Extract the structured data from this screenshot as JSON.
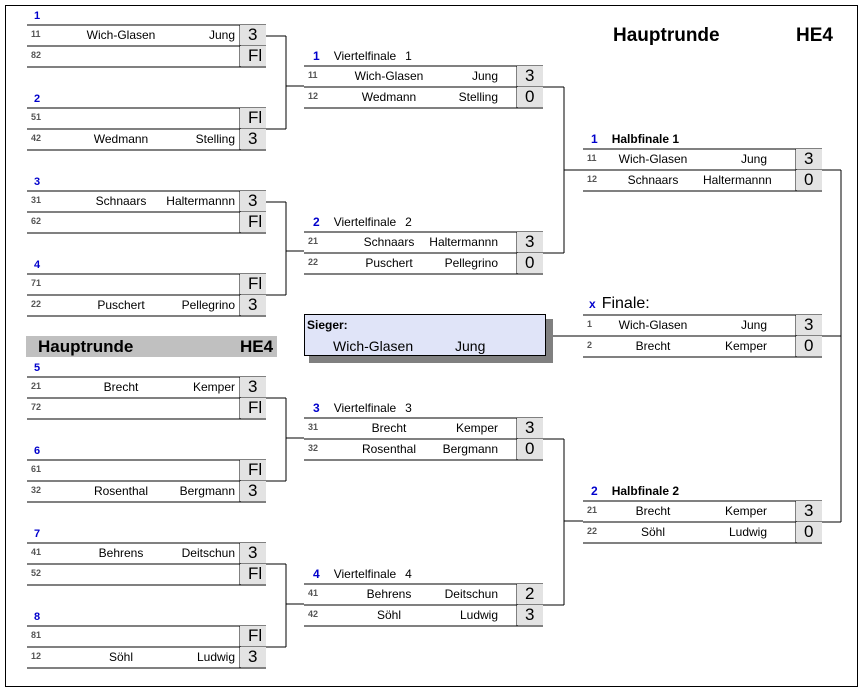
{
  "header": {
    "title": "Hauptrunde",
    "code": "HE4"
  },
  "band": {
    "title": "Hauptrunde",
    "code": "HE4"
  },
  "round1": [
    {
      "seed": "1",
      "top": {
        "code": "11",
        "p1": "Wich-Glasen",
        "p2": "Jung",
        "score": "3"
      },
      "bottom": {
        "code": "82",
        "p1": "",
        "p2": "",
        "score": "Fl"
      }
    },
    {
      "seed": "2",
      "top": {
        "code": "51",
        "p1": "",
        "p2": "",
        "score": "Fl"
      },
      "bottom": {
        "code": "42",
        "p1": "Wedmann",
        "p2": "Stelling",
        "score": "3"
      }
    },
    {
      "seed": "3",
      "top": {
        "code": "31",
        "p1": "Schnaars",
        "p2": "Haltermannn",
        "score": "3"
      },
      "bottom": {
        "code": "62",
        "p1": "",
        "p2": "",
        "score": "Fl"
      }
    },
    {
      "seed": "4",
      "top": {
        "code": "71",
        "p1": "",
        "p2": "",
        "score": "Fl"
      },
      "bottom": {
        "code": "22",
        "p1": "Puschert",
        "p2": "Pellegrino",
        "score": "3"
      }
    },
    {
      "seed": "5",
      "top": {
        "code": "21",
        "p1": "Brecht",
        "p2": "Kemper",
        "score": "3"
      },
      "bottom": {
        "code": "72",
        "p1": "",
        "p2": "",
        "score": "Fl"
      }
    },
    {
      "seed": "6",
      "top": {
        "code": "61",
        "p1": "",
        "p2": "",
        "score": "Fl"
      },
      "bottom": {
        "code": "32",
        "p1": "Rosenthal",
        "p2": "Bergmann",
        "score": "3"
      }
    },
    {
      "seed": "7",
      "top": {
        "code": "41",
        "p1": "Behrens",
        "p2": "Deitschun",
        "score": "3"
      },
      "bottom": {
        "code": "52",
        "p1": "",
        "p2": "",
        "score": "Fl"
      }
    },
    {
      "seed": "8",
      "top": {
        "code": "81",
        "p1": "",
        "p2": "",
        "score": "Fl"
      },
      "bottom": {
        "code": "12",
        "p1": "Söhl",
        "p2": "Ludwig",
        "score": "3"
      }
    }
  ],
  "quarterfinals": [
    {
      "num": "1",
      "label": "Viertelfinale",
      "idx": "1",
      "top": {
        "code": "11",
        "p1": "Wich-Glasen",
        "p2": "Jung",
        "score": "3"
      },
      "bottom": {
        "code": "12",
        "p1": "Wedmann",
        "p2": "Stelling",
        "score": "0"
      }
    },
    {
      "num": "2",
      "label": "Viertelfinale",
      "idx": "2",
      "top": {
        "code": "21",
        "p1": "Schnaars",
        "p2": "Haltermannn",
        "score": "3"
      },
      "bottom": {
        "code": "22",
        "p1": "Puschert",
        "p2": "Pellegrino",
        "score": "0"
      }
    },
    {
      "num": "3",
      "label": "Viertelfinale",
      "idx": "3",
      "top": {
        "code": "31",
        "p1": "Brecht",
        "p2": "Kemper",
        "score": "3"
      },
      "bottom": {
        "code": "32",
        "p1": "Rosenthal",
        "p2": "Bergmann",
        "score": "0"
      }
    },
    {
      "num": "4",
      "label": "Viertelfinale",
      "idx": "4",
      "top": {
        "code": "41",
        "p1": "Behrens",
        "p2": "Deitschun",
        "score": "2"
      },
      "bottom": {
        "code": "42",
        "p1": "Söhl",
        "p2": "Ludwig",
        "score": "3"
      }
    }
  ],
  "semifinals": [
    {
      "num": "1",
      "label": "Halbfinale 1",
      "top": {
        "code": "11",
        "p1": "Wich-Glasen",
        "p2": "Jung",
        "score": "3"
      },
      "bottom": {
        "code": "12",
        "p1": "Schnaars",
        "p2": "Haltermannn",
        "score": "0"
      }
    },
    {
      "num": "2",
      "label": "Halbfinale 2",
      "top": {
        "code": "21",
        "p1": "Brecht",
        "p2": "Kemper",
        "score": "3"
      },
      "bottom": {
        "code": "22",
        "p1": "Söhl",
        "p2": "Ludwig",
        "score": "0"
      }
    }
  ],
  "final": {
    "num": "x",
    "label": "Finale:",
    "top": {
      "code": "1",
      "p1": "Wich-Glasen",
      "p2": "Jung",
      "score": "3"
    },
    "bottom": {
      "code": "2",
      "p1": "Brecht",
      "p2": "Kemper",
      "score": "0"
    }
  },
  "winner": {
    "label": "Sieger:",
    "p1": "Wich-Glasen",
    "p2": "Jung"
  }
}
